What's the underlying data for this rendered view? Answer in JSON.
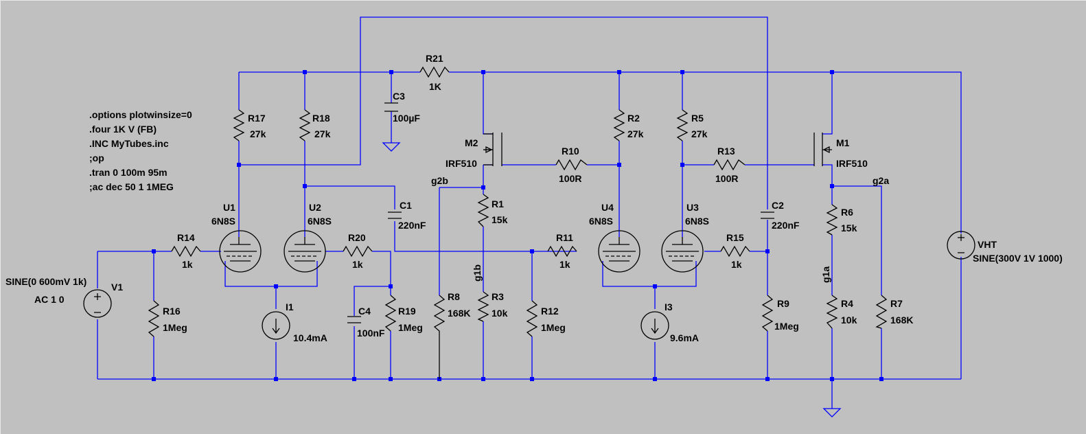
{
  "directives": [
    ".options plotwinsize=0",
    ".four 1K V (FB)",
    ".INC MyTubes.inc",
    ";op",
    ".tran 0 100m 95m",
    ";ac dec 50 1 1MEG"
  ],
  "components": {
    "R21": {
      "name": "R21",
      "value": "1K"
    },
    "C3": {
      "name": "C3",
      "value": "100µF"
    },
    "R17": {
      "name": "R17",
      "value": "27k"
    },
    "R18": {
      "name": "R18",
      "value": "27k"
    },
    "M2": {
      "name": "M2",
      "value": "IRF510"
    },
    "R10": {
      "name": "R10",
      "value": "100R"
    },
    "R2": {
      "name": "R2",
      "value": "27k"
    },
    "R5": {
      "name": "R5",
      "value": "27k"
    },
    "R13": {
      "name": "R13",
      "value": "100R"
    },
    "M1": {
      "name": "M1",
      "value": "IRF510"
    },
    "C1": {
      "name": "C1",
      "value": "220nF"
    },
    "C2": {
      "name": "C2",
      "value": "220nF"
    },
    "R1": {
      "name": "R1",
      "value": "15k"
    },
    "R6": {
      "name": "R6",
      "value": "15k"
    },
    "U1": {
      "name": "U1",
      "value": "6N8S"
    },
    "U2": {
      "name": "U2",
      "value": "6N8S"
    },
    "U3": {
      "name": "U3",
      "value": "6N8S"
    },
    "U4": {
      "name": "U4",
      "value": "6N8S"
    },
    "R14": {
      "name": "R14",
      "value": "1k"
    },
    "R20": {
      "name": "R20",
      "value": "1k"
    },
    "R11": {
      "name": "R11",
      "value": "1k"
    },
    "R15": {
      "name": "R15",
      "value": "1k"
    },
    "V1": {
      "name": "V1",
      "value": "SINE(0 600mV 1k)",
      "ac": "AC 1 0"
    },
    "R16": {
      "name": "R16",
      "value": "1Meg"
    },
    "I1": {
      "name": "I1",
      "value": "10.4mA"
    },
    "C4": {
      "name": "C4",
      "value": "100nF"
    },
    "R19": {
      "name": "R19",
      "value": "1Meg"
    },
    "R8": {
      "name": "R8",
      "value": "168K"
    },
    "R3": {
      "name": "R3",
      "value": "10k"
    },
    "R12": {
      "name": "R12",
      "value": "1Meg"
    },
    "I3": {
      "name": "I3",
      "value": "9.6mA"
    },
    "R9": {
      "name": "R9",
      "value": "1Meg"
    },
    "R4": {
      "name": "R4",
      "value": "10k"
    },
    "R7": {
      "name": "R7",
      "value": "168K"
    },
    "VHT": {
      "name": "VHT",
      "value": "SINE(300V 1V 1000)"
    }
  },
  "nets": {
    "g2b": "g2b",
    "g1b": "g1b",
    "g2a": "g2a",
    "g1a": "g1a"
  },
  "colors": {
    "wire": "#0000ff",
    "component": "#000000",
    "background": "#c0c0c0"
  }
}
